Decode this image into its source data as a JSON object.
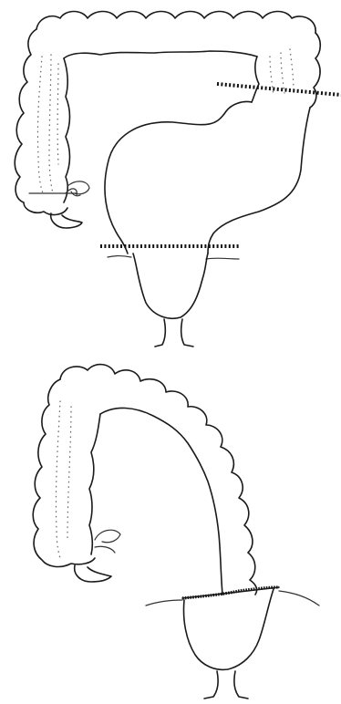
{
  "figure": {
    "panels": [
      {
        "id": "top",
        "stage": "resection",
        "cut_lines": 2
      },
      {
        "id": "bottom",
        "stage": "anastomosis",
        "cut_lines": 0
      }
    ],
    "colors": {
      "ink": "#1a1a1a",
      "stipple": "#6a6a6a",
      "background": "#ffffff"
    }
  }
}
